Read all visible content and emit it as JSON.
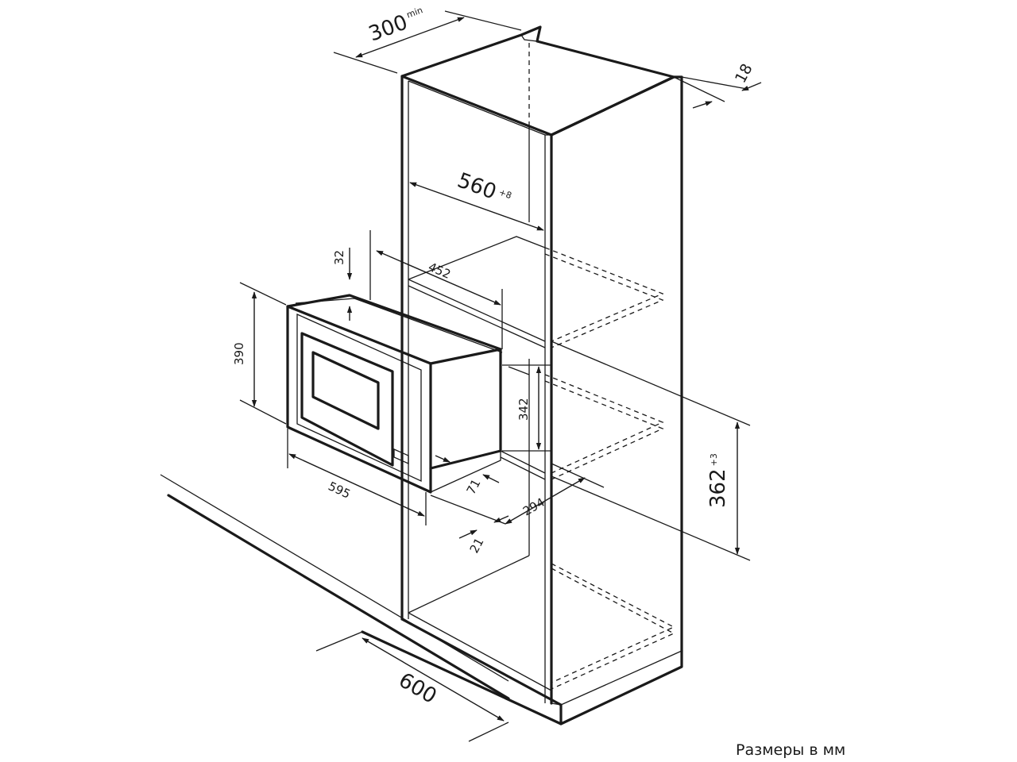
{
  "diagram": {
    "dimensions": {
      "depth_min": {
        "value": "300",
        "suffix": "min"
      },
      "panel_thickness": {
        "value": "18"
      },
      "niche_width": {
        "value": "560",
        "suffix": "+8"
      },
      "mw_top_offset": {
        "value": "32"
      },
      "mw_depth": {
        "value": "452"
      },
      "mw_height": {
        "value": "390"
      },
      "body_height": {
        "value": "342"
      },
      "mw_width": {
        "value": "595"
      },
      "bottom_offset": {
        "value": "71"
      },
      "niche_depth": {
        "value": "294"
      },
      "frame_thickness": {
        "value": "21"
      },
      "niche_height": {
        "value": "362",
        "suffix": "+3"
      },
      "cabinet_width": {
        "value": "600"
      }
    },
    "caption": "Размеры в мм"
  }
}
